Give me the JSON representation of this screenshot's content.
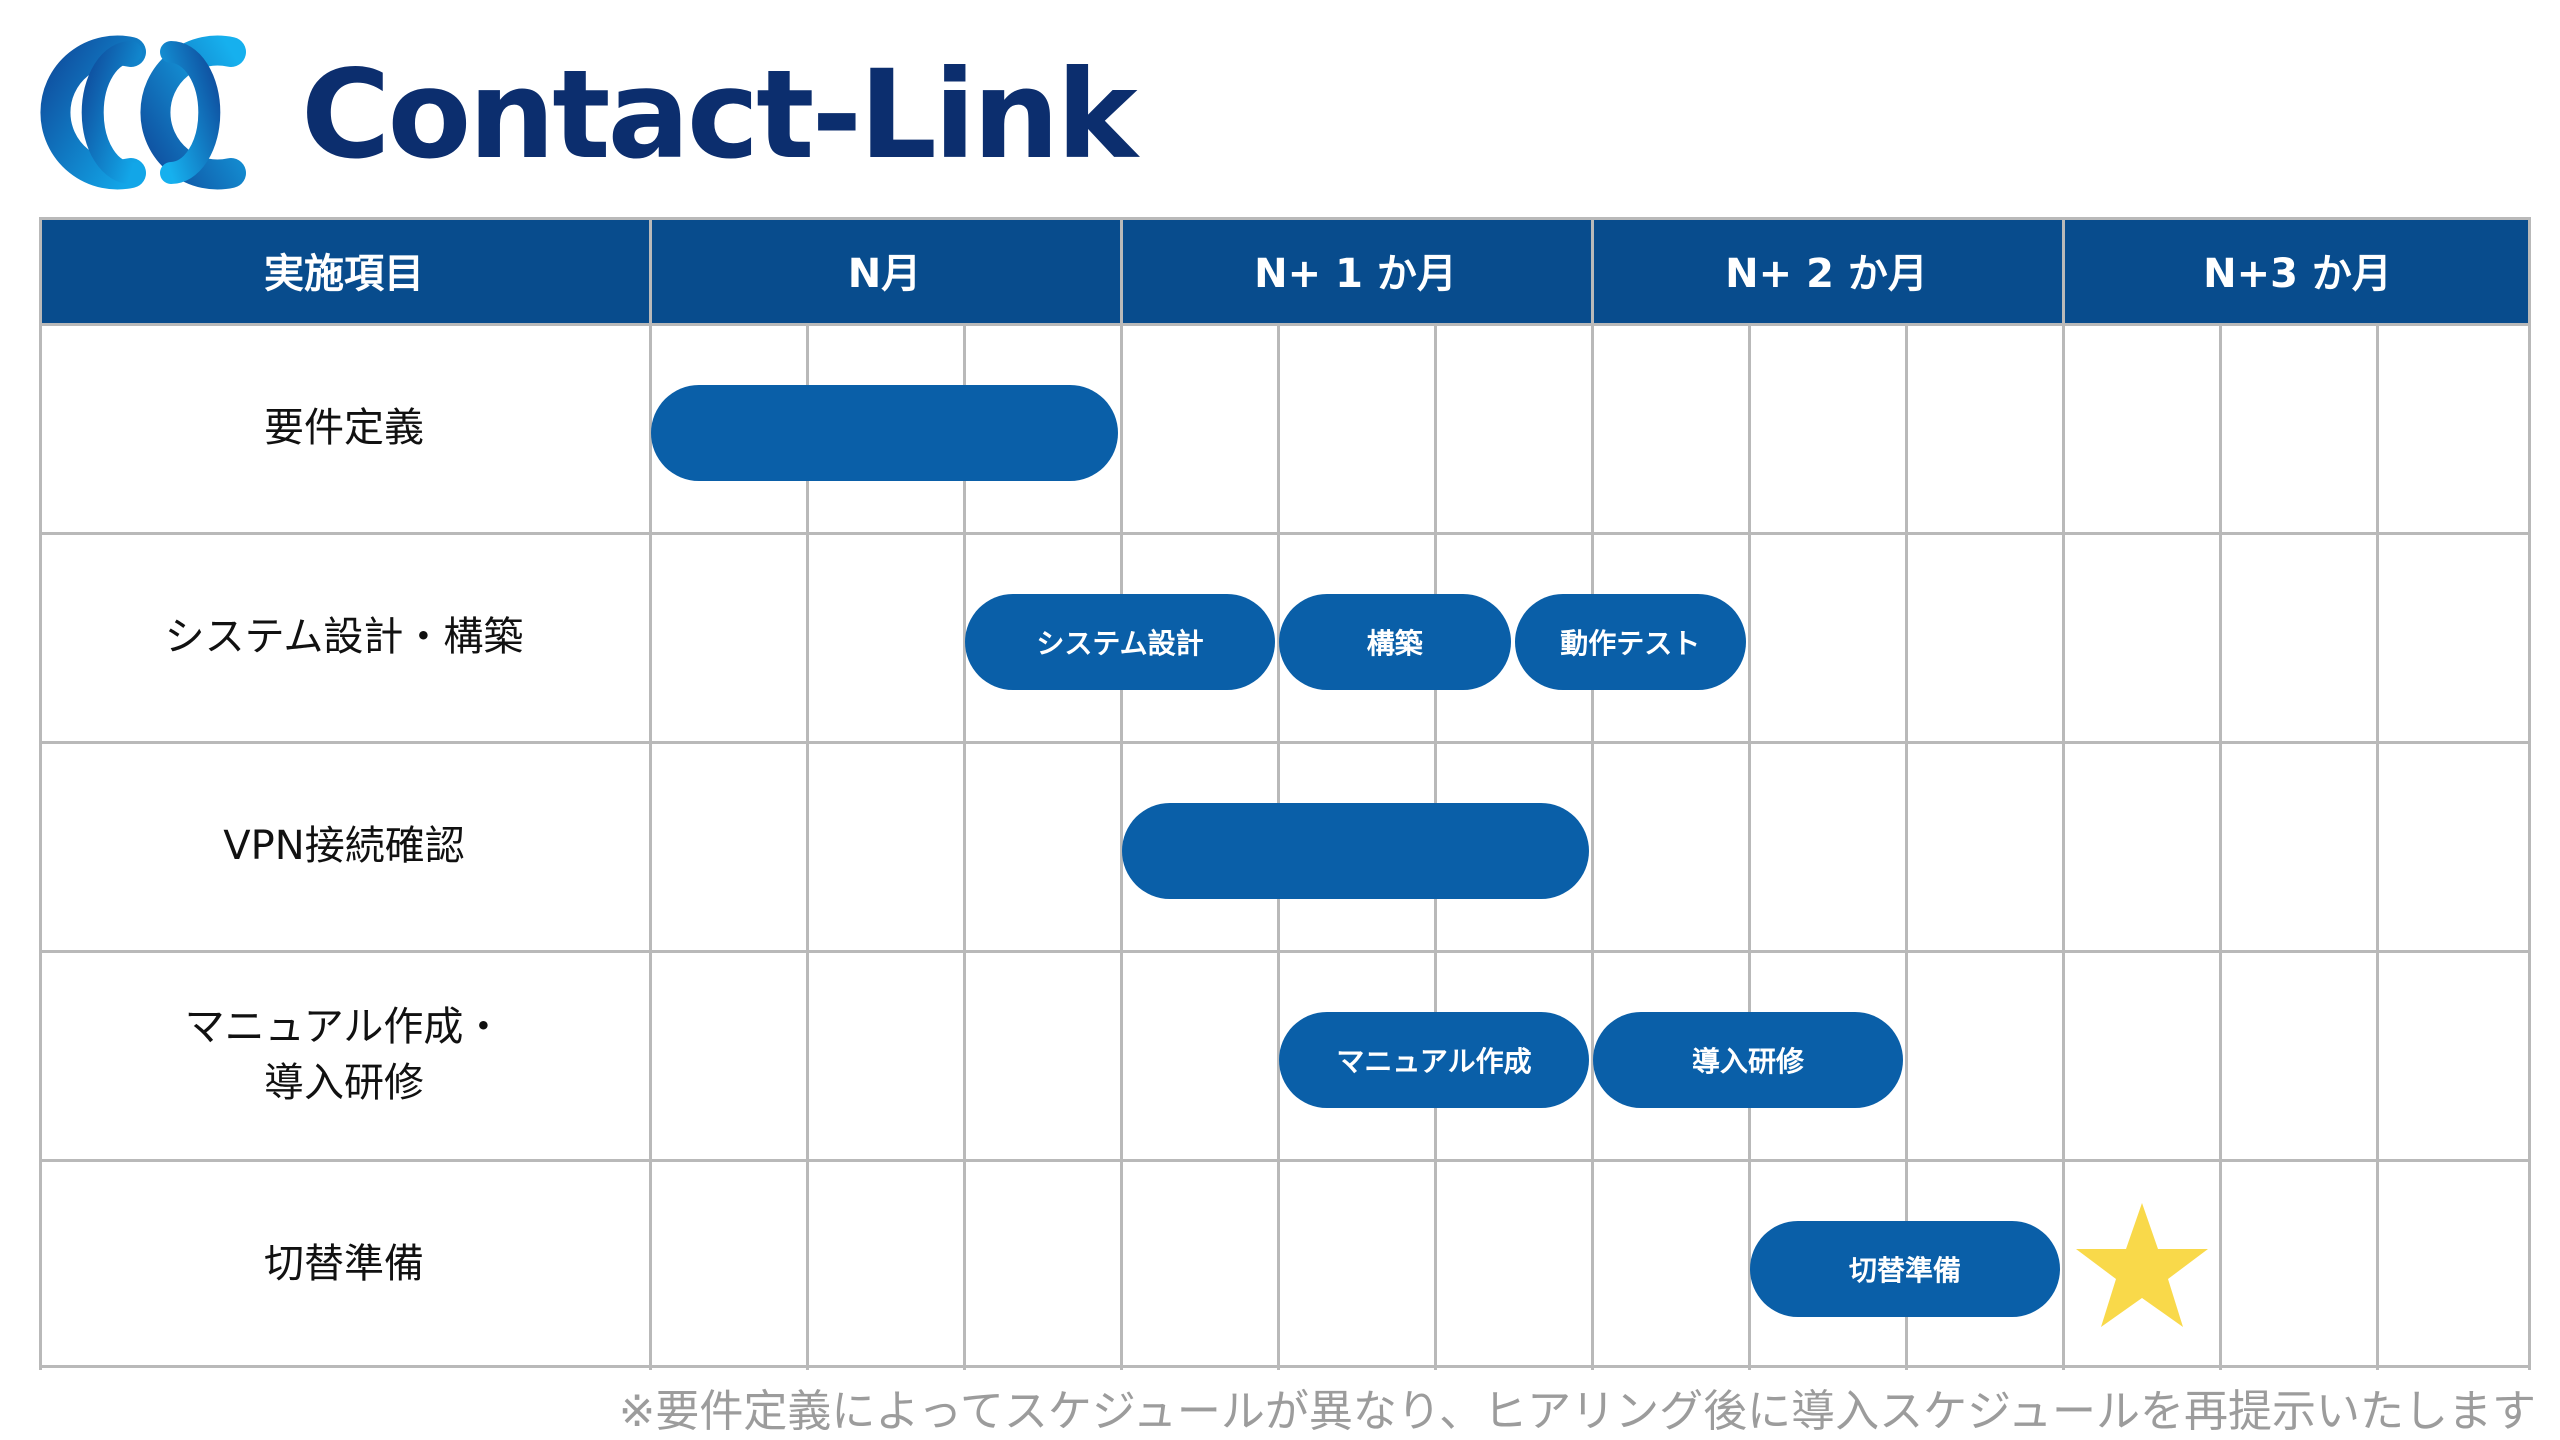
{
  "logo": {
    "text": "Contact-Link"
  },
  "table": {
    "header_item": "実施項目",
    "months": [
      "N月",
      "N+ 1 か月",
      "N+ 2 か月",
      "N+3 か月"
    ],
    "rows": [
      {
        "label": "要件定義"
      },
      {
        "label": "システム設計・構築"
      },
      {
        "label": "VPN接続確認"
      },
      {
        "label": "マニュアル作成・\n導入研修"
      },
      {
        "label": "切替準備"
      }
    ]
  },
  "tasks": [
    {
      "row": 0,
      "start": 0.0,
      "end": 3.0,
      "label": ""
    },
    {
      "row": 1,
      "start": 2.0,
      "end": 4.0,
      "label": "システム設計"
    },
    {
      "row": 1,
      "start": 4.0,
      "end": 5.5,
      "label": "構築"
    },
    {
      "row": 1,
      "start": 5.5,
      "end": 7.0,
      "label": "動作テスト"
    },
    {
      "row": 2,
      "start": 3.0,
      "end": 6.0,
      "label": ""
    },
    {
      "row": 3,
      "start": 4.0,
      "end": 6.0,
      "label": "マニュアル作成"
    },
    {
      "row": 3,
      "start": 6.0,
      "end": 8.0,
      "label": "導入研修"
    },
    {
      "row": 4,
      "start": 7.0,
      "end": 9.0,
      "label": "切替準備"
    }
  ],
  "milestone": {
    "row": 4,
    "slot": 9,
    "icon": "star-icon",
    "color": "#f9d94a"
  },
  "footnote": "※要件定義によってスケジュールが異なり、ヒアリング後に導入スケジュールを再提示いたします",
  "colors": {
    "header": "#084c8d",
    "bar": "#0a5fa8",
    "grid": "#b9b9b9",
    "logo_text": "#0c2e6e"
  }
}
